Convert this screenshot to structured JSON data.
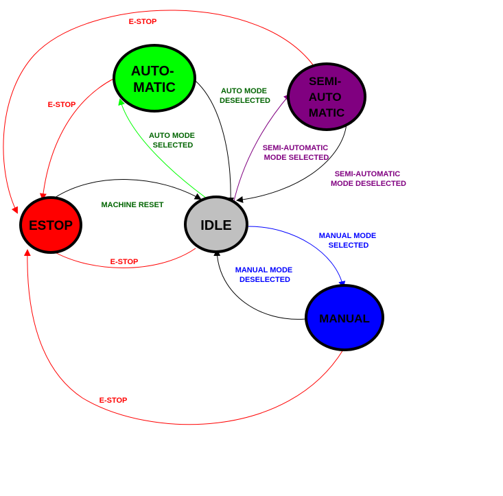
{
  "states": {
    "automatic": {
      "lines": [
        "AUTO-",
        "MATIC"
      ],
      "color": "#00ff00"
    },
    "semi_automatic": {
      "lines": [
        "SEMI-",
        "AUTO",
        "MATIC"
      ],
      "color": "#800080"
    },
    "estop": {
      "lines": [
        "ESTOP"
      ],
      "color": "#ff0000"
    },
    "idle": {
      "lines": [
        "IDLE"
      ],
      "color": "#c0c0c0"
    },
    "manual": {
      "lines": [
        "MANUAL"
      ],
      "color": "#0000ff"
    }
  },
  "transitions": {
    "estop_top": {
      "lines": [
        "E-STOP"
      ],
      "color": "#ff0000"
    },
    "estop_auto": {
      "lines": [
        "E-STOP"
      ],
      "color": "#ff0000"
    },
    "estop_idle": {
      "lines": [
        "E-STOP"
      ],
      "color": "#ff0000"
    },
    "estop_manual": {
      "lines": [
        "E-STOP"
      ],
      "color": "#ff0000"
    },
    "auto_deselected": {
      "lines": [
        "AUTO MODE",
        "DESELECTED"
      ],
      "color": "#006400"
    },
    "auto_selected": {
      "lines": [
        "AUTO MODE",
        "SELECTED"
      ],
      "color": "#006400"
    },
    "semi_selected": {
      "lines": [
        "SEMI-AUTOMATIC",
        "MODE SELECTED"
      ],
      "color": "#800080"
    },
    "semi_deselected": {
      "lines": [
        "SEMI-AUTOMATIC",
        "MODE DESELECTED"
      ],
      "color": "#800080"
    },
    "machine_reset": {
      "lines": [
        "MACHINE RESET"
      ],
      "color": "#006400"
    },
    "manual_selected": {
      "lines": [
        "MANUAL MODE",
        "SELECTED"
      ],
      "color": "#0000ff"
    },
    "manual_deselected": {
      "lines": [
        "MANUAL MODE",
        "DESELECTED"
      ],
      "color": "#0000ff"
    }
  }
}
